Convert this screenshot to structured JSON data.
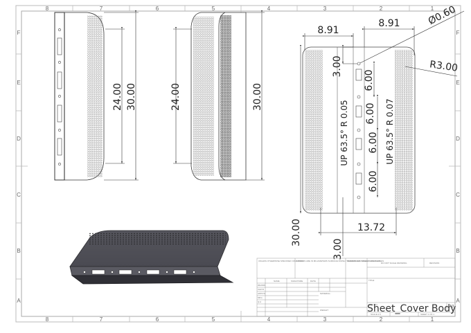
{
  "sheet": {
    "columns": [
      "8",
      "7",
      "6",
      "5",
      "4",
      "3",
      "2",
      "1"
    ],
    "rows": [
      "F",
      "E",
      "D",
      "C",
      "B",
      "A"
    ]
  },
  "view_left": {
    "dim_inner": "24.00",
    "dim_outer": "30.00"
  },
  "view_middle": {
    "dim_inner": "24.00",
    "dim_outer": "30.00"
  },
  "flat_pattern": {
    "dim_top_left": "8.91",
    "dim_top_right": "8.91",
    "hole_diameter": "Ø0.60",
    "radius": "R3.00",
    "dim_hole_offset": "3.00",
    "dim_spacing_1": "6.00",
    "dim_spacing_2": "6.00",
    "dim_spacing_3": "6.00",
    "dim_spacing_4": "6.00",
    "bend_note_left": "UP  63.5°  R 0.05",
    "bend_note_right": "UP  63.5°  R 0.07",
    "dim_bottom_width": "13.72",
    "dim_height": "30.00",
    "dim_bottom_offset": "3.00"
  },
  "title_block": {
    "tolerance_note": "UNLESS OTHERWISE SPECIFIED: DIMENSIONS ARE IN MILLIMETERS SURFACE FINISH: TOLERANCES: LINEAR: ANGULAR:",
    "finish_label": "FINISH:",
    "deburr_label": "DEBURR AND BREAK SHARP EDGES",
    "do_not_scale": "DO NOT SCALE DRAWING",
    "revision_label": "REVISION",
    "col_name": "NAME",
    "col_signature": "SIGNATURE",
    "col_date": "DATE",
    "row_drawn": "DRAWN",
    "row_chkd": "CHK'D",
    "row_appvd": "APPV'D",
    "row_mfg": "MFG",
    "row_qa": "Q.A",
    "title_label": "TITLE:",
    "material_label": "MATERIAL:",
    "weight_label": "WEIGHT:",
    "dwg_no_label": "DWG NO.",
    "drawing_name": "Sheet_Cover Body",
    "paper_size": "A3",
    "scale_label": "SCALE:1:5",
    "sheet_label": "SHEET 1 OF 1"
  }
}
